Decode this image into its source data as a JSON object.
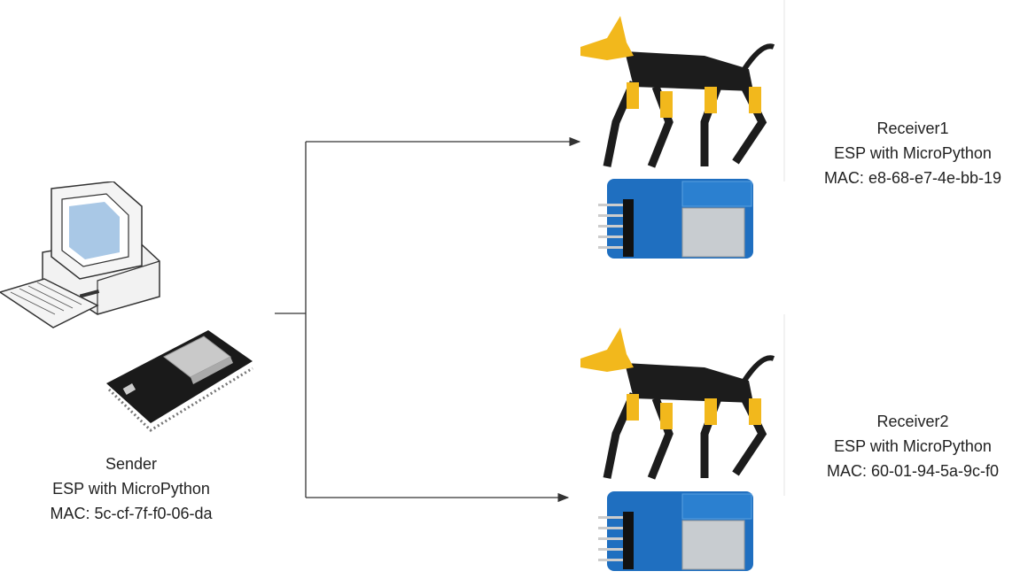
{
  "sender": {
    "title": "Sender",
    "subtitle": "ESP with MicroPython",
    "mac": "MAC:  5c-cf-7f-f0-06-da"
  },
  "receivers": [
    {
      "title": "Receiver1",
      "subtitle": "ESP with MicroPython",
      "mac": "MAC:  e8-68-e7-4e-bb-19"
    },
    {
      "title": "Receiver2",
      "subtitle": "ESP with MicroPython",
      "mac": "MAC:  60-01-94-5a-9c-f0"
    }
  ],
  "colors": {
    "robot_yellow": "#f2b81c",
    "robot_black": "#1c1c1c",
    "board_blue": "#1f6fc0",
    "line": "#333333"
  }
}
